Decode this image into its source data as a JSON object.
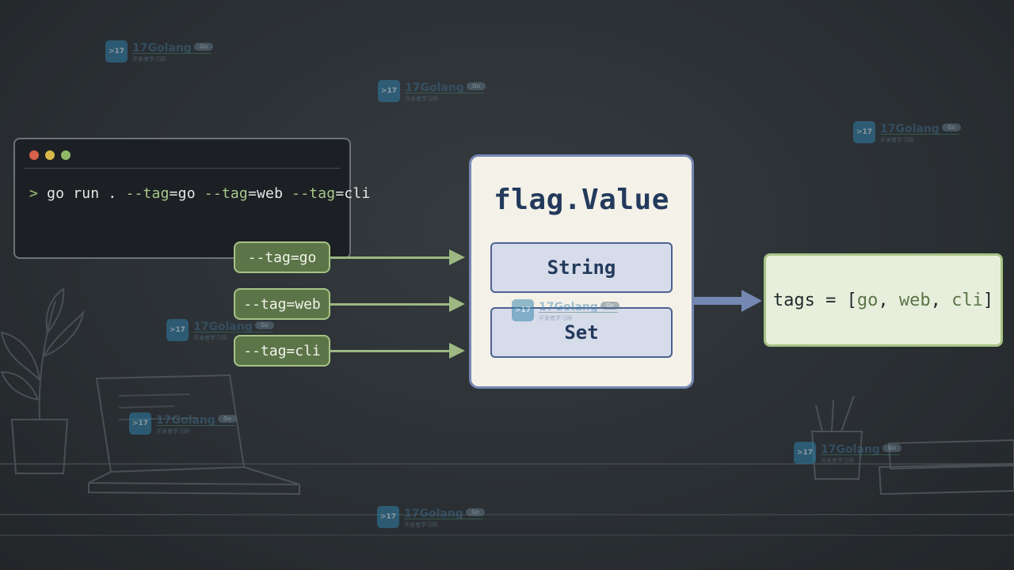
{
  "terminal": {
    "prompt": ">",
    "command_parts": [
      "go run . ",
      "--tag",
      "=go ",
      "--tag",
      "=web ",
      "--tag",
      "=cli"
    ]
  },
  "pills": [
    "--tag=go",
    "--tag=web",
    "--tag=cli"
  ],
  "value_box": {
    "title": "flag.Value",
    "methods": [
      "String",
      "Set"
    ]
  },
  "result": {
    "prefix": "tags = [",
    "items": [
      "go",
      "web",
      "cli"
    ],
    "separator": ", ",
    "suffix": "]"
  },
  "watermark": {
    "logo": ">17",
    "name": "17Golang",
    "subtitle": "开发者学习网",
    "badge": "Go"
  },
  "colors": {
    "accent_green": "#a7c386",
    "accent_blue": "#7587b3",
    "navy_text": "#233a5c"
  },
  "icons": [
    "plant-icon",
    "laptop-icon",
    "pencil-cup-icon",
    "books-icon"
  ]
}
